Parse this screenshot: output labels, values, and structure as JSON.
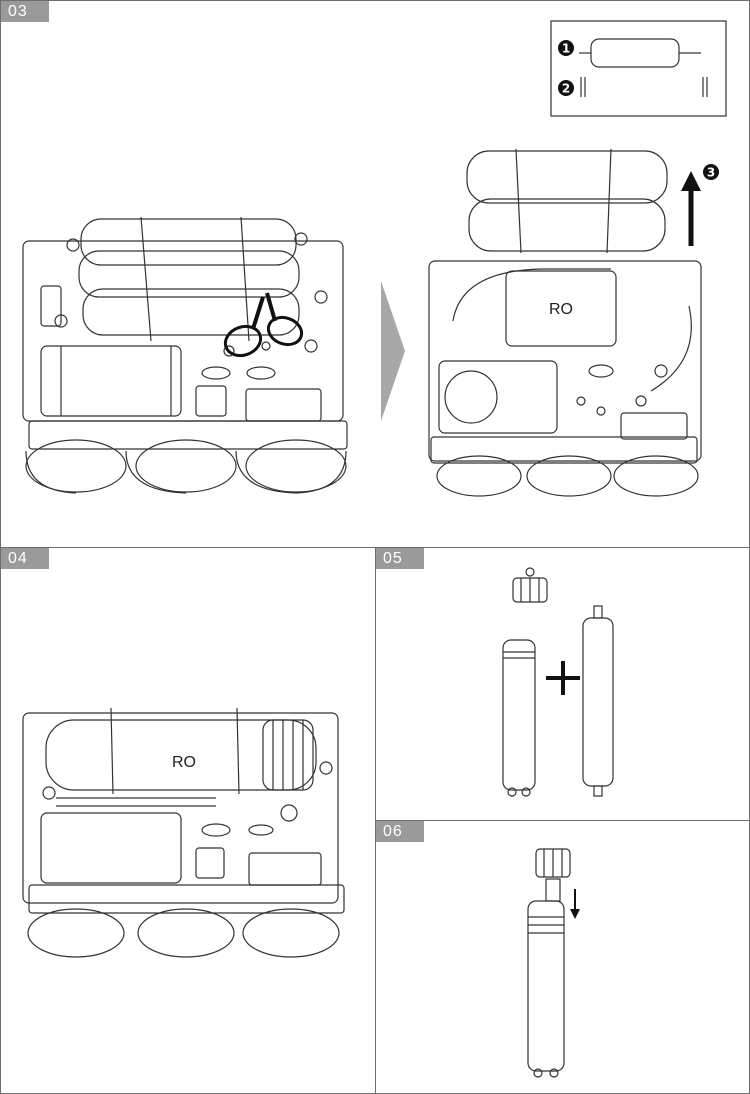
{
  "steps": [
    {
      "id": "03",
      "label": "03"
    },
    {
      "id": "04",
      "label": "04"
    },
    {
      "id": "05",
      "label": "05"
    },
    {
      "id": "06",
      "label": "06"
    }
  ],
  "step03": {
    "inset_markers": [
      "1",
      "2"
    ],
    "lift_marker": "3",
    "membrane_label": "RO"
  },
  "step04": {
    "membrane_label": "RO"
  },
  "colors": {
    "line": "#333333",
    "tag": "#9a9a9a",
    "arrow": "#a8a8a8",
    "marker": "#111111"
  }
}
